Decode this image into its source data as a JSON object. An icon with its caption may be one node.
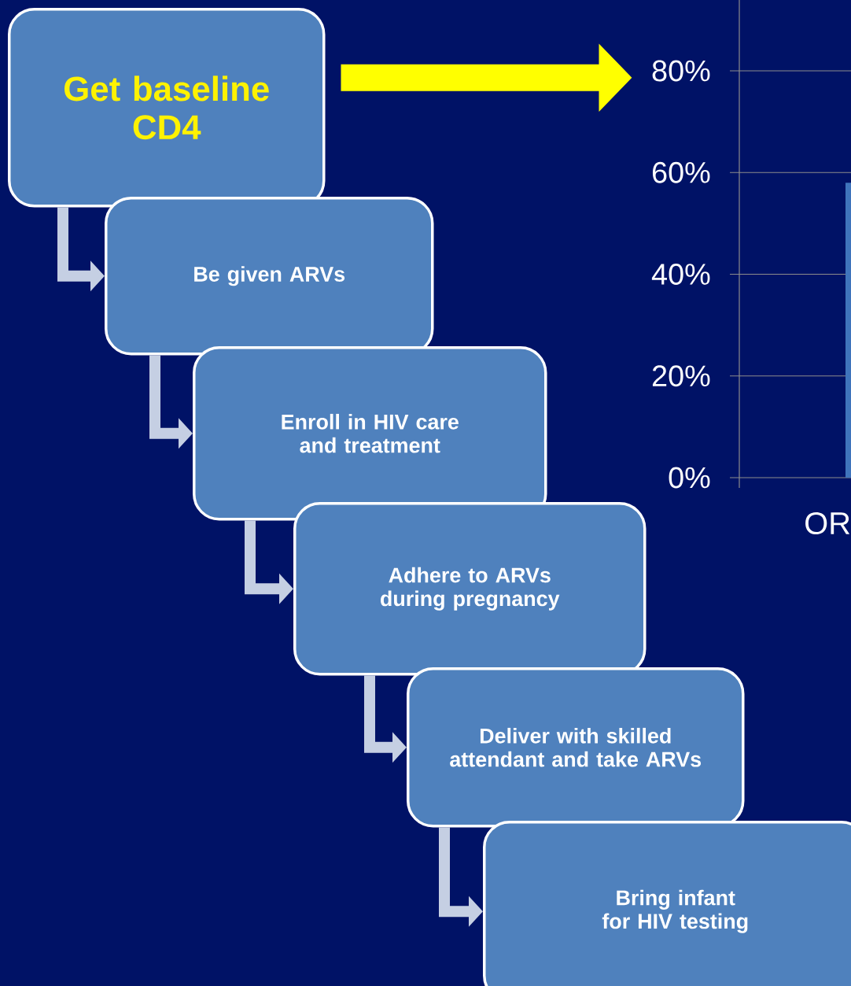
{
  "diagram": {
    "nodes": [
      {
        "text": [
          "Get baseline CD4"
        ]
      },
      {
        "text": [
          "Be given ARVs"
        ]
      },
      {
        "text": [
          "Enroll in HIV care and treatment"
        ]
      },
      {
        "text": [
          "Adhere to ARVs during pregnancy"
        ]
      },
      {
        "text": [
          "Deliver with skilled attendant and take ARVs"
        ]
      },
      {
        "text": [
          "Bring infant for HIV testing"
        ]
      }
    ],
    "edges": [
      {
        "from": 0,
        "to": 1,
        "arrow": "to"
      },
      {
        "from": 1,
        "to": 2,
        "arrow": "to"
      },
      {
        "from": 2,
        "to": 3,
        "arrow": "to"
      },
      {
        "from": 3,
        "to": 4,
        "arrow": "to"
      },
      {
        "from": 4,
        "to": 5,
        "arrow": "to"
      },
      {
        "from": 0,
        "to": null,
        "arrow": "to",
        "color": "#ffff00",
        "style": "thick"
      }
    ],
    "chart_data": {
      "type": "bar",
      "grid": true,
      "categories": [
        "OR"
      ],
      "values": [
        58
      ],
      "ylim": [
        0,
        80
      ],
      "yticks": [
        {
          "value": 0,
          "label": "0%"
        },
        {
          "value": 20,
          "label": "20%"
        },
        {
          "value": 40,
          "label": "40%"
        },
        {
          "value": 60,
          "label": "60%"
        },
        {
          "value": 80,
          "label": "80%"
        }
      ]
    }
  }
}
